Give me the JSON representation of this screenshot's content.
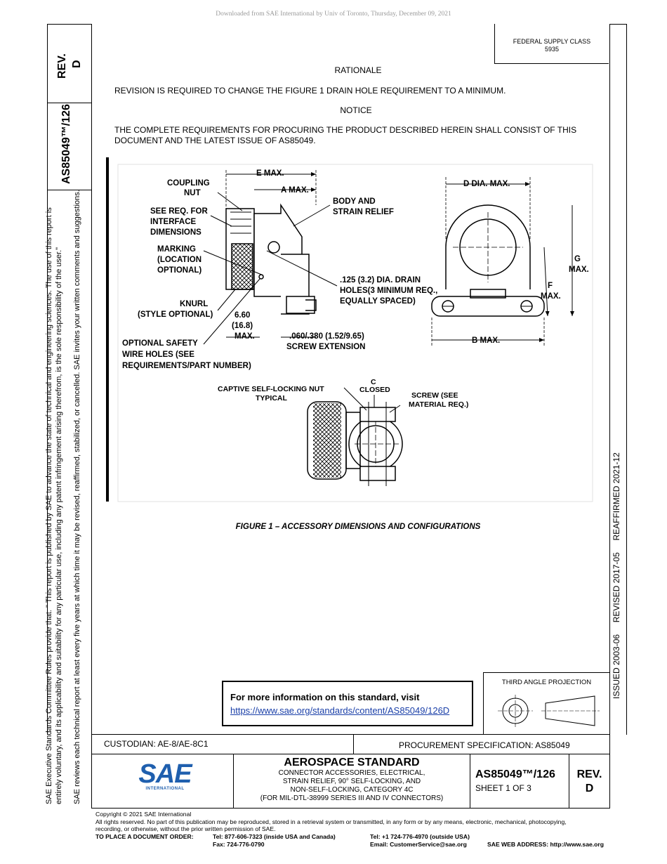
{
  "download_notice": "Downloaded from SAE International by Univ of Toronto, Thursday, December 09, 2021",
  "header": {
    "rev_label": "REV.",
    "rev_value": "D",
    "doc_number": "AS85049™/126",
    "federal_supply_class_label": "FEDERAL SUPPLY CLASS",
    "federal_supply_class_value": "5935"
  },
  "left_margin": {
    "line1": "SAE Executive Standards Committee Rules provide that: \"  This report is published by SAE to advance the state of technical and engineering sciences. The use of this report is",
    "line2": "entirely voluntary, and its applicability and suitability for any particular use, including any patent infringement arising therefrom, is the sole responsibility of the user.\"",
    "line3": "SAE reviews each technical report at least every five years at which time it may be revised, reaffirmed, stabilized, or cancelled. SAE invites your written comments and suggestions."
  },
  "right_margin": {
    "history": "ISSUED 2003-06     REVISED 2017-05     REAFFIRMED 2021-12"
  },
  "body": {
    "rationale_heading": "RATIONALE",
    "rationale_text": "REVISION IS REQUIRED TO CHANGE THE FIGURE 1 DRAIN HOLE REQUIREMENT TO A MINIMUM.",
    "notice_heading": "NOTICE",
    "notice_line1": "THE COMPLETE REQUIREMENTS FOR PROCURING THE PRODUCT DESCRIBED HEREIN SHALL CONSIST OF THIS",
    "notice_line2": "DOCUMENT AND THE LATEST ISSUE OF AS85049."
  },
  "figure": {
    "caption": "FIGURE 1 – ACCESSORY DIMENSIONS AND CONFIGURATIONS",
    "labels": {
      "coupling_nut_1": "COUPLING",
      "coupling_nut_2": "NUT",
      "e_max": "E MAX.",
      "a_max": "A MAX.",
      "body_relief_1": "BODY AND",
      "body_relief_2": "STRAIN RELIEF",
      "see_req_1": "SEE REQ. FOR",
      "see_req_2": "INTERFACE",
      "see_req_3": "DIMENSIONS",
      "marking_1": "MARKING",
      "marking_2": "(LOCATION",
      "marking_3": "OPTIONAL)",
      "drain_1": ".125 (3.2) DIA. DRAIN",
      "drain_2": "HOLES(3 MINIMUM REQ.,",
      "drain_3": "EQUALLY SPACED)",
      "knurl_1": "KNURL",
      "knurl_2": "(STYLE OPTIONAL)",
      "dim_660": "6.60",
      "dim_168": "(16.8)",
      "dim_max": "MAX.",
      "screw_ext_1": ".060/.380 (1.52/9.65)",
      "screw_ext_2": "SCREW EXTENSION",
      "safety_1": "OPTIONAL SAFETY",
      "safety_2": "WIRE HOLES (SEE",
      "safety_3": "REQUIREMENTS/PART NUMBER)",
      "d_dia": "D DIA. MAX.",
      "g_label": "G",
      "g_max": "MAX.",
      "f_label": "F",
      "f_max": "MAX.",
      "b_max": "B MAX.",
      "captive_1": "CAPTIVE SELF-LOCKING NUT",
      "captive_2": "TYPICAL",
      "c_label": "C",
      "c_closed": "CLOSED",
      "screw_1": "SCREW (SEE",
      "screw_2": "MATERIAL REQ.)"
    }
  },
  "info_box": {
    "heading": "For more information on this standard, visit",
    "url": "https://www.sae.org/standards/content/AS85049/126D"
  },
  "projection": {
    "label": "THIRD ANGLE PROJECTION"
  },
  "title_block": {
    "custodian": "CUSTODIAN: AE-8/AE-8C1",
    "procurement": "PROCUREMENT SPECIFICATION: AS85049",
    "logo_text": "SAE",
    "logo_subtext": "INTERNATIONAL",
    "standard_title": "AEROSPACE STANDARD",
    "desc_line1": "CONNECTOR ACCESSORIES, ELECTRICAL,",
    "desc_line2": "STRAIN RELIEF, 90° SELF-LOCKING, AND",
    "desc_line3": "NON-SELF-LOCKING, CATEGORY 4C",
    "desc_line4": "(FOR MIL-DTL-38999 SERIES III AND IV CONNECTORS)",
    "doc_number": "AS85049™/126",
    "sheet": "SHEET 1 OF 3",
    "rev_label": "REV.",
    "rev_value": "D"
  },
  "footer": {
    "copyright": "Copyright © 2021 SAE International",
    "rights_line1": "All rights reserved. No part of this publication may be reproduced, stored in a retrieval system or transmitted, in any form or by any means, electronic, mechanical, photocopying,",
    "rights_line2": "recording, or otherwise, without the prior written permission of SAE.",
    "order_label": "TO PLACE A DOCUMENT ORDER:",
    "tel_usa": "Tel: 877-606-7323 (inside USA and Canada)",
    "fax": "Fax: 724-776-0790",
    "tel_outside": "Tel: +1 724-776-4970 (outside USA)",
    "email": "Email: CustomerService@sae.org",
    "web": "SAE WEB ADDRESS: http://www.sae.org"
  }
}
